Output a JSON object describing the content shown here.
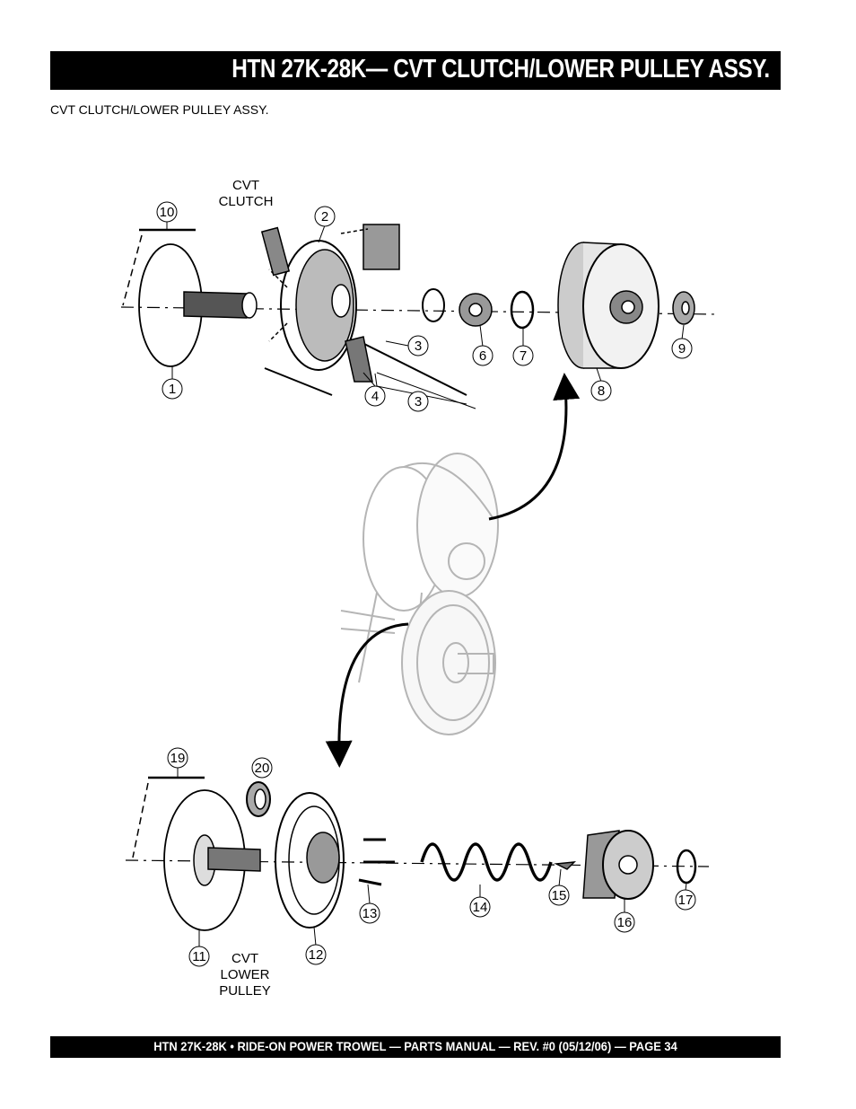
{
  "header": {
    "title": "HTN 27K-28K— CVT CLUTCH/LOWER PULLEY ASSY."
  },
  "subtitle": "CVT CLUTCH/LOWER PULLEY ASSY.",
  "diagram": {
    "label_clutch": [
      "CVT",
      "CLUTCH"
    ],
    "label_pulley": [
      "CVT",
      "LOWER",
      "PULLEY"
    ],
    "callouts": [
      "1",
      "2",
      "3",
      "3",
      "4",
      "6",
      "7",
      "8",
      "9",
      "10",
      "11",
      "12",
      "13",
      "14",
      "15",
      "16",
      "17",
      "19",
      "20"
    ]
  },
  "footer": {
    "text": "HTN 27K-28K  • RIDE-ON POWER TROWEL —  PARTS MANUAL — REV. #0 (05/12/06) — PAGE 34"
  }
}
